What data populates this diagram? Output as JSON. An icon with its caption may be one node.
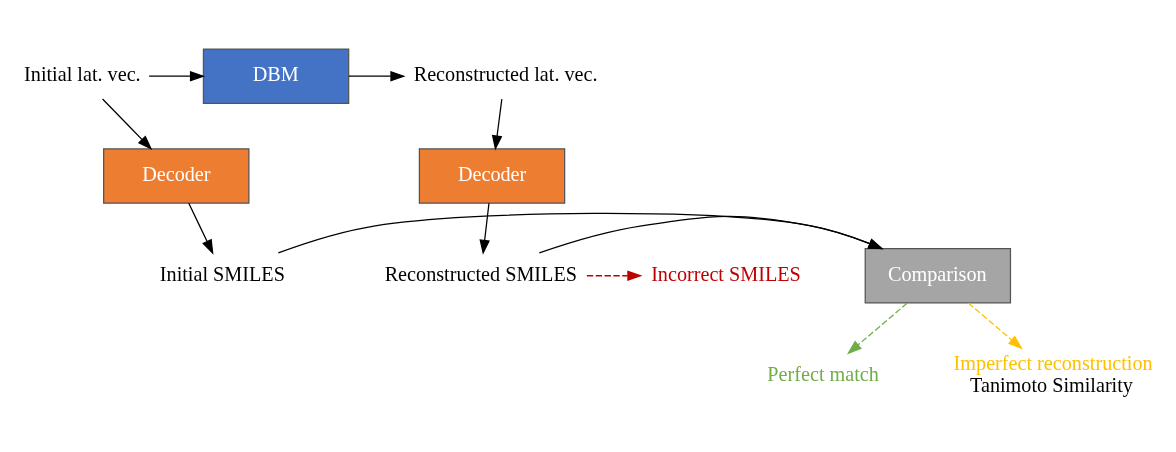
{
  "diagram": {
    "nodes": [
      {
        "text": [
          "Initial lat. vec."
        ]
      },
      {
        "text": [
          "DBM"
        ]
      },
      {
        "text": [
          "Reconstructed lat. vec."
        ]
      },
      {
        "text": [
          "Decoder"
        ]
      },
      {
        "text": [
          "Decoder"
        ]
      },
      {
        "text": [
          "Initial SMILES"
        ]
      },
      {
        "text": [
          "Comparison"
        ]
      },
      {
        "text": [
          "Reconstructed SMILES"
        ]
      },
      {
        "text": [
          "Incorrect SMILES"
        ]
      },
      {
        "text": [
          "Perfect match"
        ]
      },
      {
        "text": [
          "Imperfect reconstruction",
          "Tanimoto Similarity"
        ]
      }
    ],
    "edges": [
      {
        "from": 0,
        "to": 1,
        "arrow": "to"
      },
      {
        "from": 1,
        "to": 2,
        "arrow": "to"
      },
      {
        "from": 0,
        "to": 3,
        "arrow": "to"
      },
      {
        "from": 2,
        "to": 4,
        "arrow": "to"
      },
      {
        "from": 3,
        "to": 5,
        "arrow": "to"
      },
      {
        "from": 4,
        "to": 7,
        "arrow": "to"
      },
      {
        "from": 5,
        "to": 6,
        "arrow": "to"
      },
      {
        "from": 7,
        "to": 6,
        "arrow": "to"
      },
      {
        "from": 7,
        "to": 8,
        "arrow": "to",
        "style": "dashed",
        "color": "#c00000"
      },
      {
        "from": 6,
        "to": 9,
        "arrow": "to",
        "style": "dashed",
        "color": "#70ad47"
      },
      {
        "from": 6,
        "to": 10,
        "arrow": "to",
        "style": "dashed",
        "color": "#ffc000"
      }
    ]
  }
}
